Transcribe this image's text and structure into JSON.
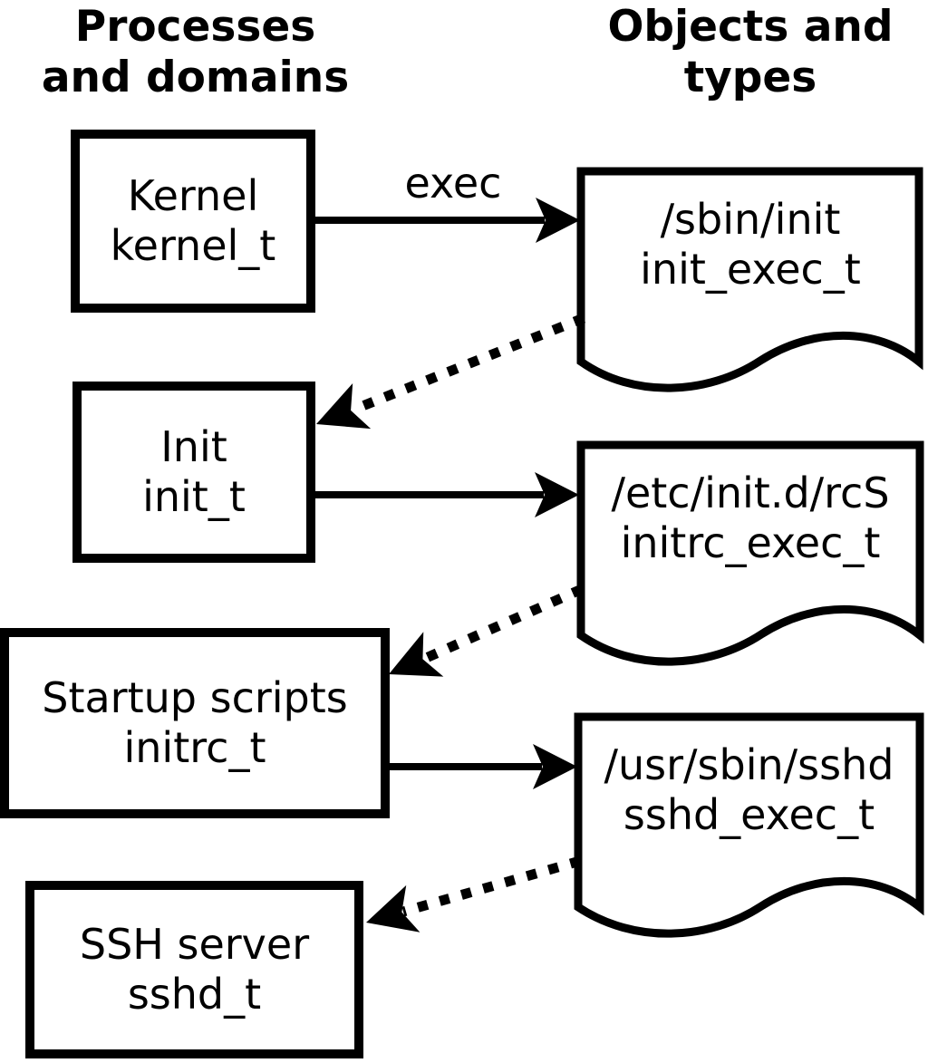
{
  "diagram": {
    "title_columns": {
      "left_header": {
        "line1": "Processes",
        "line2": "and domains"
      },
      "right_header": {
        "line1": "Objects and",
        "line2": "types"
      }
    },
    "processes": [
      {
        "name": "Kernel",
        "type": "kernel_t"
      },
      {
        "name": "Init",
        "type": "init_t"
      },
      {
        "name": "Startup scripts",
        "type": "initrc_t"
      },
      {
        "name": "SSH server",
        "type": "sshd_t"
      }
    ],
    "objects": [
      {
        "path": "/sbin/init",
        "type": "init_exec_t"
      },
      {
        "path": "/etc/init.d/rcS",
        "type": "initrc_exec_t"
      },
      {
        "path": "/usr/sbin/sshd",
        "type": "sshd_exec_t"
      }
    ],
    "edges": [
      {
        "from": "kernel_t",
        "to": "init_exec_t",
        "label": "exec",
        "style": "solid"
      },
      {
        "from": "init_exec_t",
        "to": "init_t",
        "label": "",
        "style": "dotted"
      },
      {
        "from": "init_t",
        "to": "initrc_exec_t",
        "label": "",
        "style": "solid"
      },
      {
        "from": "initrc_exec_t",
        "to": "initrc_t",
        "label": "",
        "style": "dotted"
      },
      {
        "from": "initrc_t",
        "to": "sshd_exec_t",
        "label": "",
        "style": "solid"
      },
      {
        "from": "sshd_exec_t",
        "to": "sshd_t",
        "label": "",
        "style": "dotted"
      }
    ],
    "colors": {
      "foreground": "#000000",
      "background": "#ffffff"
    }
  }
}
